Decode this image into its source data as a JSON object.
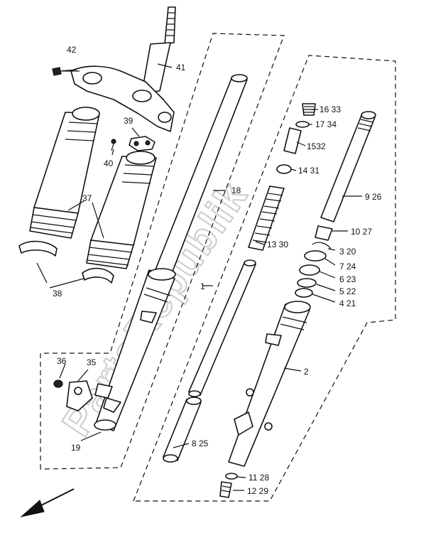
{
  "watermark": "PartsRepublik",
  "callouts": [
    {
      "id": "c42",
      "text": "42"
    },
    {
      "id": "c41",
      "text": "41"
    },
    {
      "id": "c39",
      "text": "39"
    },
    {
      "id": "c40",
      "text": "40"
    },
    {
      "id": "c37",
      "text": "37"
    },
    {
      "id": "c38",
      "text": "38"
    },
    {
      "id": "c36",
      "text": "36"
    },
    {
      "id": "c35",
      "text": "35"
    },
    {
      "id": "c19",
      "text": "19"
    },
    {
      "id": "c18",
      "text": "18"
    },
    {
      "id": "c1",
      "text": "1"
    },
    {
      "id": "c1633",
      "text": "16 33"
    },
    {
      "id": "c1734",
      "text": "17 34"
    },
    {
      "id": "c1532",
      "text": "1532"
    },
    {
      "id": "c1431",
      "text": "14 31"
    },
    {
      "id": "c926",
      "text": "9  26"
    },
    {
      "id": "c1027",
      "text": "10 27"
    },
    {
      "id": "c1330",
      "text": "13 30"
    },
    {
      "id": "c320",
      "text": "3  20"
    },
    {
      "id": "c724",
      "text": "7  24"
    },
    {
      "id": "c623",
      "text": "6  23"
    },
    {
      "id": "c522",
      "text": "5  22"
    },
    {
      "id": "c421",
      "text": "4  21"
    },
    {
      "id": "c2",
      "text": "2"
    },
    {
      "id": "c825",
      "text": "8  25"
    },
    {
      "id": "c1128",
      "text": "11 28"
    },
    {
      "id": "c1229",
      "text": "12  29"
    }
  ]
}
